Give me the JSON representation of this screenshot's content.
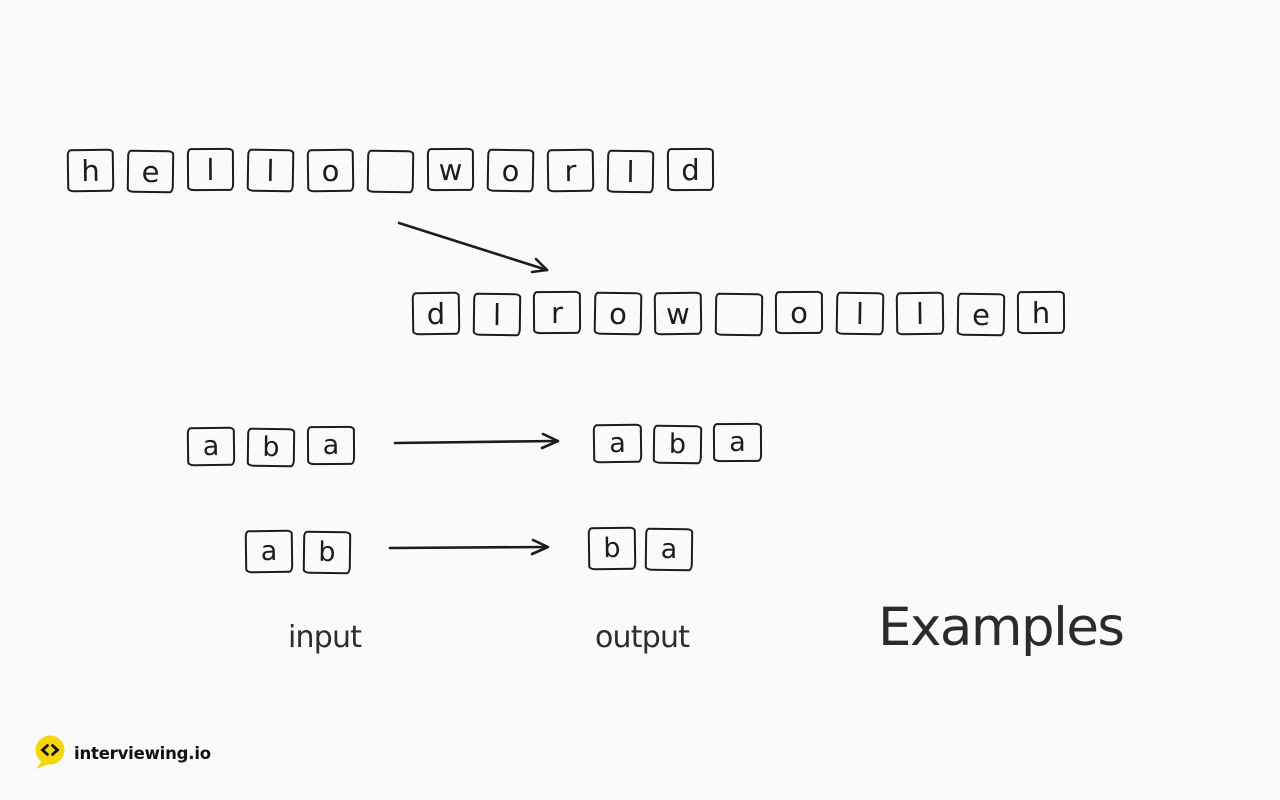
{
  "colors": {
    "background": "#fafafa",
    "ink": "#1c1c1c",
    "label_text": "#2d2d2d",
    "logo_yellow": "#f5d60b",
    "logo_text": "#111111"
  },
  "diagram": {
    "hello_row": {
      "word": "hello world",
      "letters": [
        "h",
        "e",
        "l",
        "l",
        "o",
        "",
        "w",
        "o",
        "r",
        "l",
        "d"
      ]
    },
    "reversed_row": {
      "word": "dlrow olleh",
      "letters": [
        "d",
        "l",
        "r",
        "o",
        "w",
        "",
        "o",
        "l",
        "l",
        "e",
        "h"
      ]
    },
    "examples": [
      {
        "input_letters": [
          "a",
          "b",
          "a"
        ],
        "output_letters": [
          "a",
          "b",
          "a"
        ]
      },
      {
        "input_letters": [
          "a",
          "b"
        ],
        "output_letters": [
          "b",
          "a"
        ]
      }
    ],
    "labels": {
      "input": "input",
      "output": "output"
    },
    "title": "Examples"
  },
  "logo": {
    "text": "interviewing.io",
    "icon": "code-speech-bubble-icon",
    "icon_color": "#f5d60b"
  }
}
